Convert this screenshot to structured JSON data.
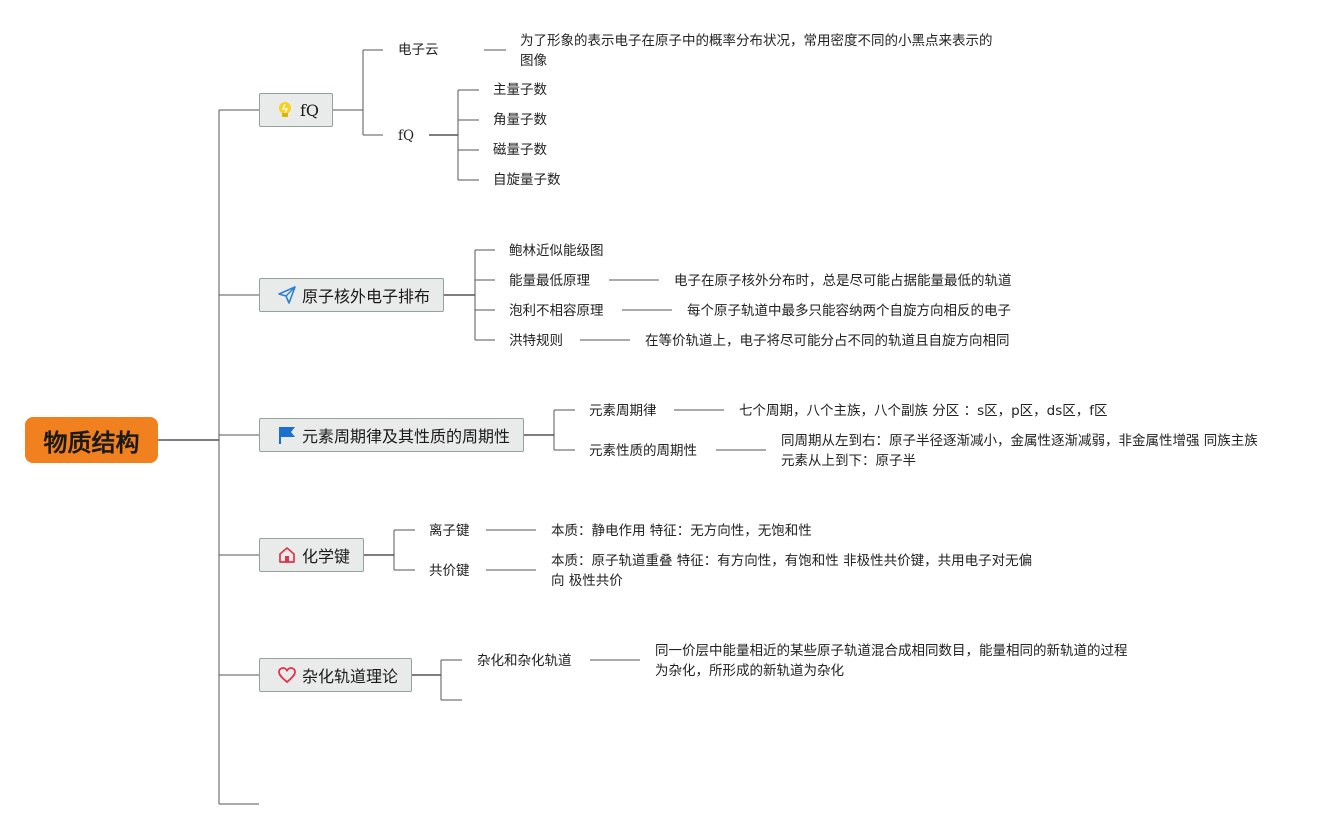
{
  "root": {
    "label": "物质结构"
  },
  "topics": [
    {
      "label": "fQ",
      "icon": "lightbulb-icon"
    },
    {
      "label": "原子核外电子排布",
      "icon": "paper-plane-icon"
    },
    {
      "label": "元素周期律及其性质的周期性",
      "icon": "flag-icon"
    },
    {
      "label": "化学键",
      "icon": "house-icon"
    },
    {
      "label": "杂化轨道理论",
      "icon": "heart-icon"
    }
  ],
  "t1": {
    "electron_cloud": "电子云",
    "electron_cloud_desc_1": "为了形象的表示电子在原子中的概率分布状况，常用密度不同的小黑点来表示的",
    "electron_cloud_desc_2": "图像",
    "fq": "fQ",
    "qn": [
      "主量子数",
      "角量子数",
      "磁量子数",
      "自旋量子数"
    ]
  },
  "t2": {
    "items": [
      "鲍林近似能级图",
      "能量最低原理",
      "泡利不相容原理",
      "洪特规则"
    ],
    "descs": [
      "电子在原子核外分布时，总是尽可能占据能量最低的轨道",
      "每个原子轨道中最多只能容纳两个自旋方向相反的电子",
      "在等价轨道上，电子将尽可能分占不同的轨道且自旋方向相同"
    ]
  },
  "t3": {
    "law": "元素周期律",
    "law_desc": "七个周期，八个主族，八个副族 分区 ：s区，p区，ds区，f区",
    "prop": "元素性质的周期性",
    "prop_desc_1": "同周期从左到右：原子半径逐渐减小，金属性逐渐减弱，非金属性增强 同族主族",
    "prop_desc_2": "元素从上到下：原子半"
  },
  "t4": {
    "ionic": "离子键",
    "ionic_desc": "本质：静电作用 特征：无方向性，无饱和性",
    "covalent": "共价键",
    "covalent_desc_1": "本质：原子轨道重叠 特征：有方向性，有饱和性 非极性共价键，共用电子对无偏",
    "covalent_desc_2": "向 极性共价"
  },
  "t5": {
    "hybrid": "杂化和杂化轨道",
    "hybrid_desc_1": "同一价层中能量相近的某些原子轨道混合成相同数目，能量相同的新轨道的过程",
    "hybrid_desc_2": "为杂化，所形成的新轨道为杂化"
  },
  "colors": {
    "root": "#f0811e",
    "topic_bg": "#e8ebe9",
    "topic_border": "#93a39a",
    "line": "#555555"
  }
}
